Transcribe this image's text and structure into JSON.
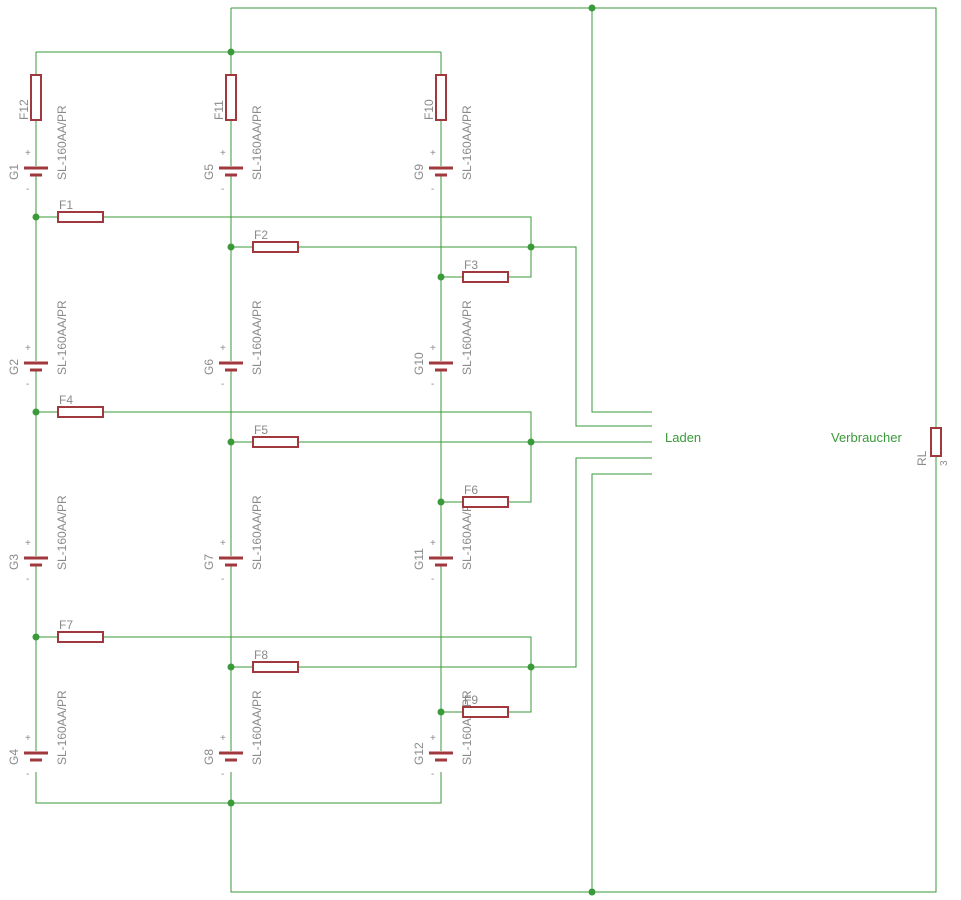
{
  "diagram": {
    "colors": {
      "wire": "#3a9a3a",
      "part": "#a0393e",
      "label": "#8a8a8a"
    },
    "net_labels": {
      "laden": "Laden",
      "verbraucher": "Verbraucher"
    },
    "load": {
      "name": "RL",
      "value": "3"
    },
    "battery_value": "SL-160AA/PR",
    "plus_sign": "+",
    "minus_sign": "-",
    "batteries": [
      "G1",
      "G2",
      "G3",
      "G4",
      "G5",
      "G6",
      "G7",
      "G8",
      "G9",
      "G10",
      "G11",
      "G12"
    ],
    "top_fuses": [
      "F12",
      "F11",
      "F10"
    ],
    "fuses": [
      "F1",
      "F2",
      "F3",
      "F4",
      "F5",
      "F6",
      "F7",
      "F8",
      "F9"
    ]
  }
}
